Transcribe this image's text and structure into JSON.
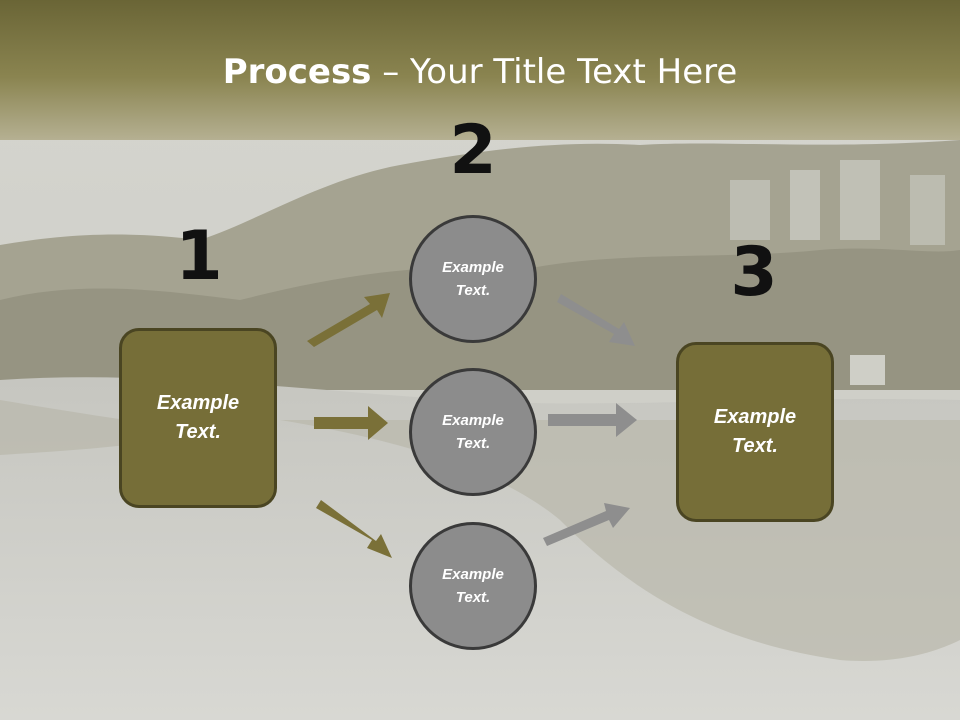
{
  "title": {
    "bold": "Process",
    "rest": " – Your Title Text Here"
  },
  "steps": {
    "one": "1",
    "two": "2",
    "three": "3"
  },
  "nodes": {
    "left_box": "Example\nText.",
    "circle_top": "Example\nText.",
    "circle_middle": "Example\nText.",
    "circle_bottom": "Example\nText.",
    "right_box": "Example\nText."
  },
  "colors": {
    "box_fill": "#766e38",
    "circle_fill": "#8c8c8c",
    "arrow_olive": "#7a7038",
    "arrow_gray": "#8e8e8e",
    "header_band": "#6e6a3a"
  }
}
